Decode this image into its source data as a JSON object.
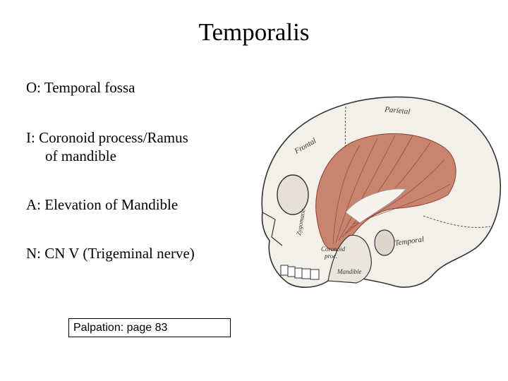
{
  "slide": {
    "title": "Temporalis",
    "origin": "O:  Temporal fossa",
    "insertion_line1": "I:  Coronoid process/Ramus",
    "insertion_line2": "of mandible",
    "action": "A: Elevation of Mandible",
    "nerve": "N: CN V (Trigeminal nerve)",
    "palpation": "Palpation:  page 83"
  },
  "illustration": {
    "subject": "skull-temporalis-muscle",
    "labels": {
      "parietal": "Parietal",
      "frontal": "Frontal",
      "temporal": "Temporal",
      "zygomatic": "Zygomatic",
      "coronoid": "Coronoid",
      "process": "proc.",
      "mandible": "Mandible"
    },
    "colors": {
      "muscle": "#c98470",
      "muscle_fiber": "#8e3f2e",
      "bone": "#f3f0ea",
      "outline": "#333333"
    }
  }
}
